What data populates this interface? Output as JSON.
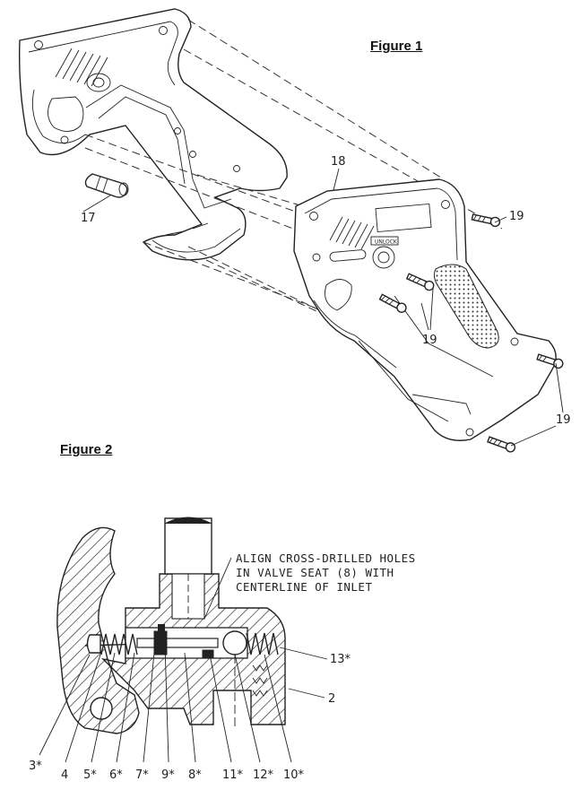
{
  "figure1": {
    "title": "Figure 1",
    "callouts": {
      "c17": "17",
      "c18": "18",
      "c19a": "19",
      "c19b": "19",
      "c19c": "19"
    },
    "badge_text": "UNLOCK"
  },
  "figure2": {
    "title": "Figure 2",
    "note_lines": [
      "ALIGN CROSS-DRILLED HOLES",
      "IN VALVE SEAT (8) WITH",
      "CENTERLINE OF INLET"
    ],
    "callouts": {
      "c13": "13*",
      "c2": "2",
      "c3": "3*",
      "c4": "4",
      "c5": "5*",
      "c6": "6*",
      "c7": "7*",
      "c9": "9*",
      "c8": "8*",
      "c11": "11*",
      "c12": "12*",
      "c10": "10*"
    }
  }
}
